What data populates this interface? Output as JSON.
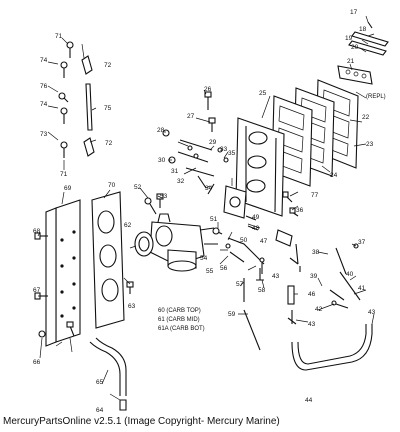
{
  "caption": "MercuryPartsOnline v2.5.1 (Image Copyright- Mercury Marine)",
  "notes": {
    "repl": "(REPL)",
    "carb_top": "60 (CARB TOP)",
    "carb_mid": "61 (CARB MID)",
    "carb_bot": "61A (CARB BOT)"
  },
  "callouts": [
    "17",
    "18",
    "19",
    "20",
    "21",
    "22",
    "23",
    "24",
    "25",
    "26",
    "27",
    "28",
    "29",
    "30",
    "31",
    "32",
    "33",
    "34",
    "35",
    "36",
    "37",
    "38",
    "39",
    "40",
    "41",
    "42",
    "43",
    "43",
    "43",
    "44",
    "46",
    "47",
    "48",
    "49",
    "50",
    "51",
    "52",
    "53",
    "54",
    "55",
    "56",
    "57",
    "58",
    "59",
    "62",
    "63",
    "64",
    "65",
    "66",
    "67",
    "68",
    "69",
    "70",
    "71",
    "71",
    "72",
    "72",
    "73",
    "74",
    "74",
    "75",
    "76",
    "77"
  ]
}
